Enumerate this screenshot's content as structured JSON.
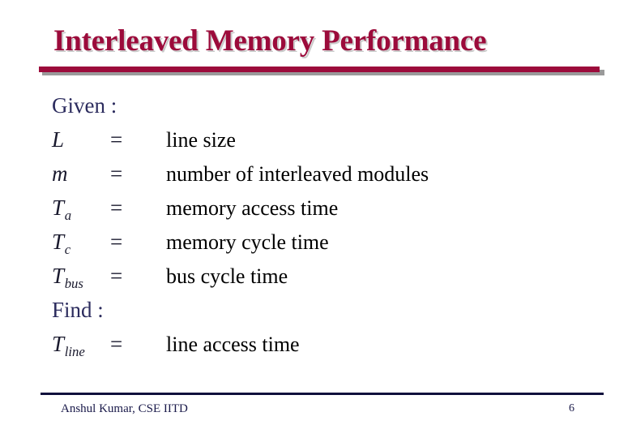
{
  "slide": {
    "title": "Interleaved Memory Performance",
    "accent_color": "#9c0b3b",
    "text_color": "#1a1a2e",
    "heading_color": "#2c2c5e",
    "shadow_color": "#9a9a9a"
  },
  "content": {
    "given_label": "Given :",
    "find_label": "Find :",
    "equals": "=",
    "given_rows": [
      {
        "symbol": "L",
        "sub": "",
        "eq": "=",
        "description": "line size"
      },
      {
        "symbol": "m",
        "sub": "",
        "eq": "=",
        "description": "number of interleaved modules"
      },
      {
        "symbol": "T",
        "sub": "a",
        "eq": "=",
        "description": "memory access time"
      },
      {
        "symbol": "T",
        "sub": "c",
        "eq": "=",
        "description": "memory cycle time"
      },
      {
        "symbol": "T",
        "sub": "bus",
        "eq": "=",
        "description": "bus cycle time"
      }
    ],
    "find_rows": [
      {
        "symbol": "T",
        "sub": "line",
        "eq": "=",
        "description": "line access time"
      }
    ]
  },
  "footer": {
    "author": "Anshul Kumar, CSE IITD",
    "page_number": "6"
  }
}
